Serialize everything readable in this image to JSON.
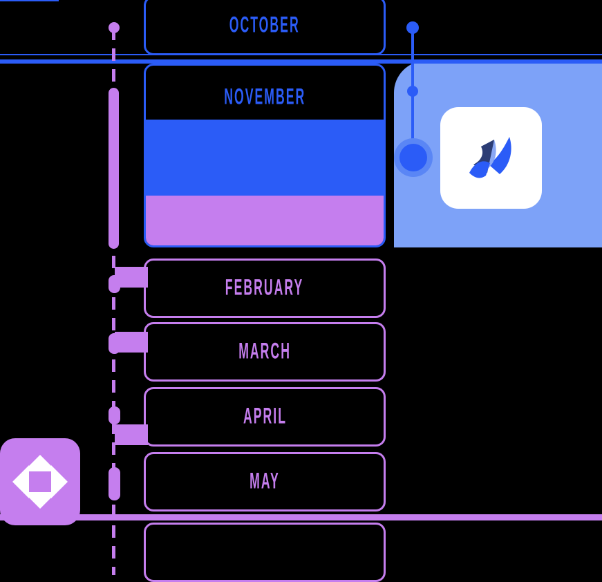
{
  "theme": {
    "background": "#000000",
    "blue": "#2b5cf7",
    "blue_light": "#7da2f8",
    "purple": "#c57eee",
    "white": "#ffffff"
  },
  "timeline": {
    "cards": [
      {
        "id": "october",
        "label": "OCTOBER",
        "accent": "blue"
      },
      {
        "id": "november",
        "label": "NOVEMBER",
        "accent": "blue"
      },
      {
        "id": "february",
        "label": "FEBRUARY",
        "accent": "purple"
      },
      {
        "id": "march",
        "label": "MARCH",
        "accent": "purple"
      },
      {
        "id": "april",
        "label": "APRIL",
        "accent": "purple"
      },
      {
        "id": "may",
        "label": "MAY",
        "accent": "purple"
      },
      {
        "id": "next",
        "label": "",
        "accent": "purple"
      }
    ]
  },
  "right_panel": {
    "logo_name": "jira-logo",
    "panel_color": "#7da2f8",
    "tile_color": "#ffffff"
  },
  "tools": {
    "move_tool_icon": "move-arrows-icon"
  },
  "markers": {
    "blue_dot_top": "milestone-dot",
    "blue_dot_mid": "milestone-dot",
    "blue_dot_large": "milestone-handle",
    "purple_dot_top": "milestone-dot"
  }
}
